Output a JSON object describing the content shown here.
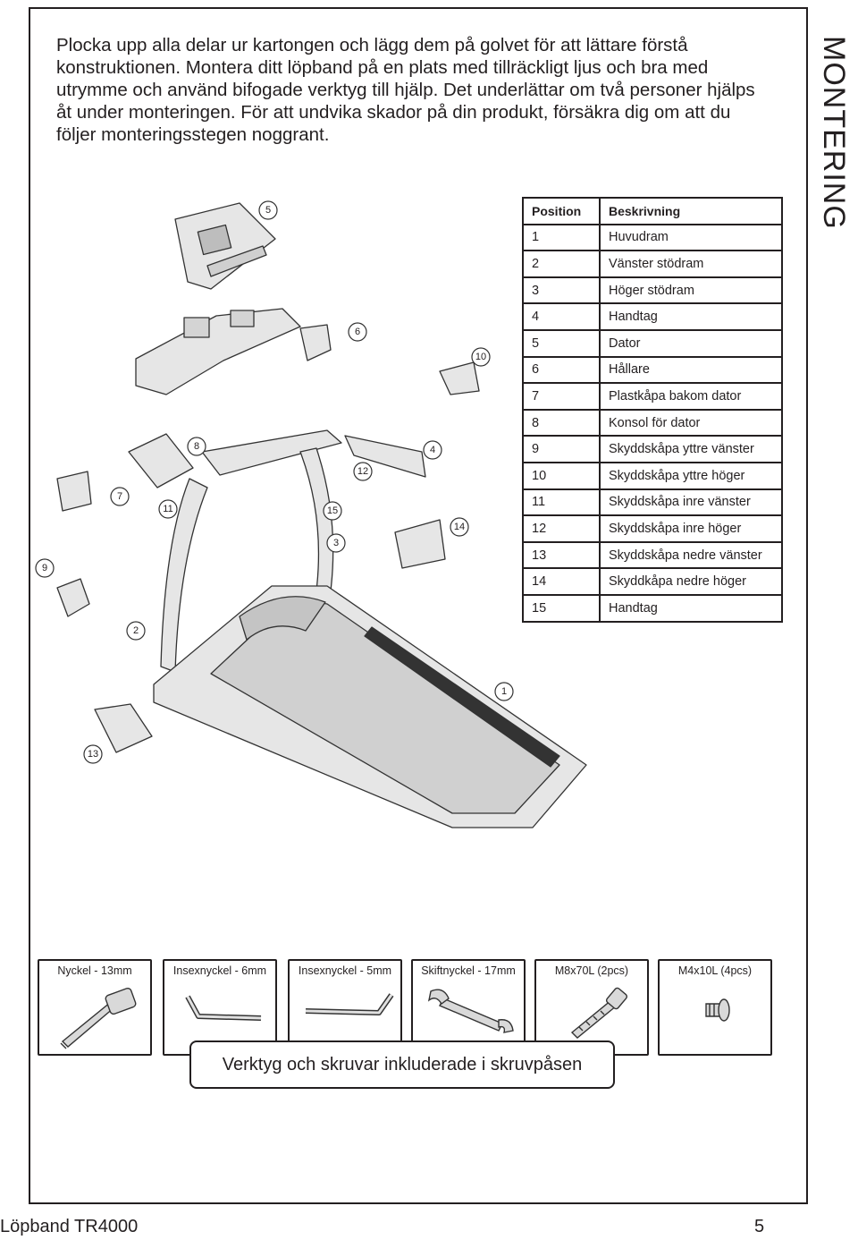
{
  "intro": "Plocka upp alla delar ur kartongen och lägg dem på golvet för att lättare förstå konstruktionen. Montera ditt löpband på en plats med tillräckligt ljus och bra med utrymme och använd bifogade verktyg till hjälp. Det underlättar om två personer hjälps åt under monteringen. För att undvika skador på din produkt, försäkra dig om att du följer monteringsstegen noggrant.",
  "side_title": "MONTERING",
  "parts_table": {
    "headers": [
      "Position",
      "Beskrivning"
    ],
    "rows": [
      [
        "1",
        "Huvudram"
      ],
      [
        "2",
        "Vänster stödram"
      ],
      [
        "3",
        "Höger stödram"
      ],
      [
        "4",
        "Handtag"
      ],
      [
        "5",
        "Dator"
      ],
      [
        "6",
        "Hållare"
      ],
      [
        "7",
        "Plastkåpa bakom dator"
      ],
      [
        "8",
        "Konsol för dator"
      ],
      [
        "9",
        "Skyddskåpa yttre vänster"
      ],
      [
        "10",
        "Skyddskåpa yttre höger"
      ],
      [
        "11",
        "Skyddskåpa inre vänster"
      ],
      [
        "12",
        "Skyddskåpa inre höger"
      ],
      [
        "13",
        "Skyddskåpa nedre vänster"
      ],
      [
        "14",
        "Skyddkåpa nedre höger"
      ],
      [
        "15",
        "Handtag"
      ]
    ]
  },
  "diagram_callouts": [
    "1",
    "2",
    "3",
    "4",
    "5",
    "6",
    "7",
    "8",
    "9",
    "10",
    "11",
    "12",
    "13",
    "14",
    "15"
  ],
  "tools": [
    {
      "label": "Nyckel - 13mm",
      "icon": "socket-wrench-icon"
    },
    {
      "label": "Insexnyckel - 6mm",
      "icon": "hex-key-icon"
    },
    {
      "label": "Insexnyckel - 5mm",
      "icon": "hex-key-icon"
    },
    {
      "label": "Skiftnyckel - 17mm",
      "icon": "open-wrench-icon"
    },
    {
      "label": "M8x70L (2pcs)",
      "icon": "long-bolt-icon"
    },
    {
      "label": "M4x10L (4pcs)",
      "icon": "short-screw-icon"
    }
  ],
  "banner": "Verktyg och skruvar inkluderade i skruvpåsen",
  "footer": {
    "product": "Löpband TR4000",
    "page": "5"
  }
}
